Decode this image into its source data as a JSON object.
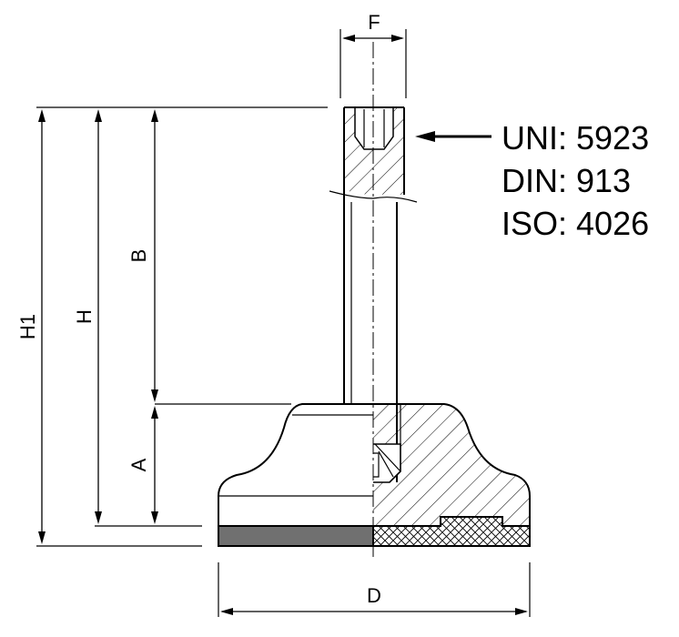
{
  "dimensions": {
    "F": "F",
    "B": "B",
    "H": "H",
    "H1": "H1",
    "A": "A",
    "D": "D"
  },
  "standards": [
    "UNI: 5923",
    "DIN: 913",
    "ISO: 4026"
  ]
}
